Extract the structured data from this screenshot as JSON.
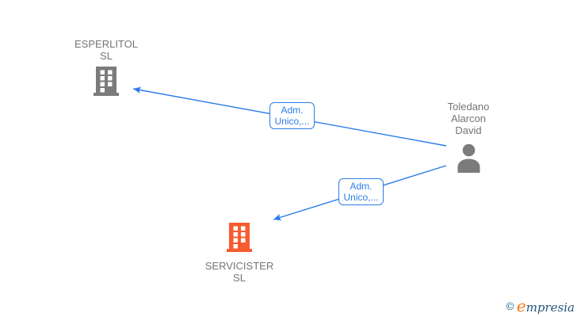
{
  "diagram": {
    "type": "corporate-relationship-network",
    "background_color": "#ffffff",
    "edge_color": "#2b7ce9",
    "nodes": {
      "esperlitol": {
        "label": "ESPERLITOL SL",
        "entity_type": "company",
        "icon": "building-icon",
        "icon_color": "#7b7b7b"
      },
      "toledano": {
        "label": "Toledano Alarcon David",
        "entity_type": "person",
        "icon": "person-icon",
        "icon_color": "#7b7b7b"
      },
      "servicister": {
        "label": "SERVICISTER SL",
        "entity_type": "company",
        "icon": "building-icon",
        "icon_color": "#f75b31"
      }
    },
    "edges": {
      "toledano_to_esperlitol": {
        "from": "Toledano Alarcon David",
        "to": "ESPERLITOL SL",
        "label": "Adm. Unico,..."
      },
      "toledano_to_servicister": {
        "from": "Toledano Alarcon David",
        "to": "SERVICISTER SL",
        "label": "Adm. Unico,..."
      }
    }
  },
  "watermark": {
    "copyright_symbol": "©",
    "brand_initial": "e",
    "brand_rest": "mpresia"
  }
}
